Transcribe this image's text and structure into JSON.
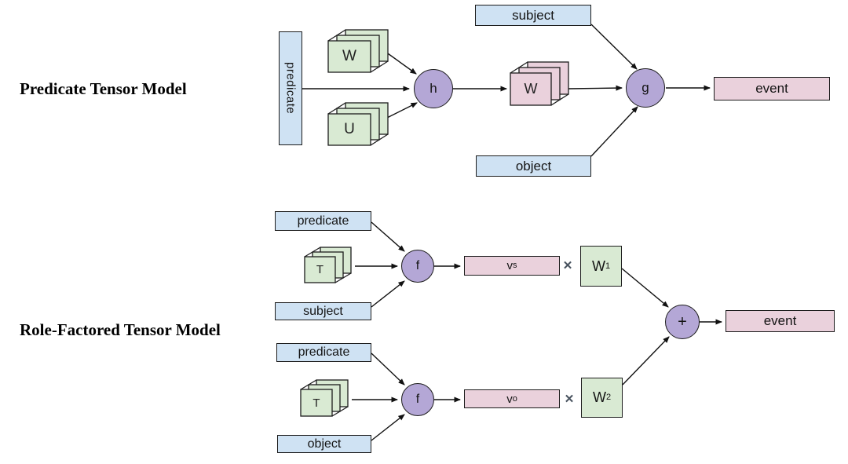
{
  "colors": {
    "box_blue": "#cfe2f3",
    "tensor_green": "#d9ead3",
    "node_purple": "#b4a7d6",
    "vector_pink": "#ead1dc",
    "stroke": "#1c1c1c",
    "times_gray": "#47525e"
  },
  "ptm": {
    "title": "Predicate Tensor Model",
    "predicate": "predicate",
    "w_tensor": "W",
    "u_tensor": "U",
    "h_node": "h",
    "w_mid_tensor": "W",
    "subject": "subject",
    "object": "object",
    "g_node": "g",
    "event": "event"
  },
  "rftm": {
    "title": "Role-Factored Tensor Model",
    "subj": {
      "predicate": "predicate",
      "t_tensor": "T",
      "subject": "subject",
      "f_node": "f",
      "v_base": "v",
      "v_sub": "s",
      "times": "✕",
      "w_base": "W",
      "w_sub": "1"
    },
    "obj": {
      "predicate": "predicate",
      "t_tensor": "T",
      "object": "object",
      "f_node": "f",
      "v_base": "v",
      "v_sub": "o",
      "times": "✕",
      "w_base": "W",
      "w_sub": "2"
    },
    "sum_node": "+",
    "event": "event"
  }
}
